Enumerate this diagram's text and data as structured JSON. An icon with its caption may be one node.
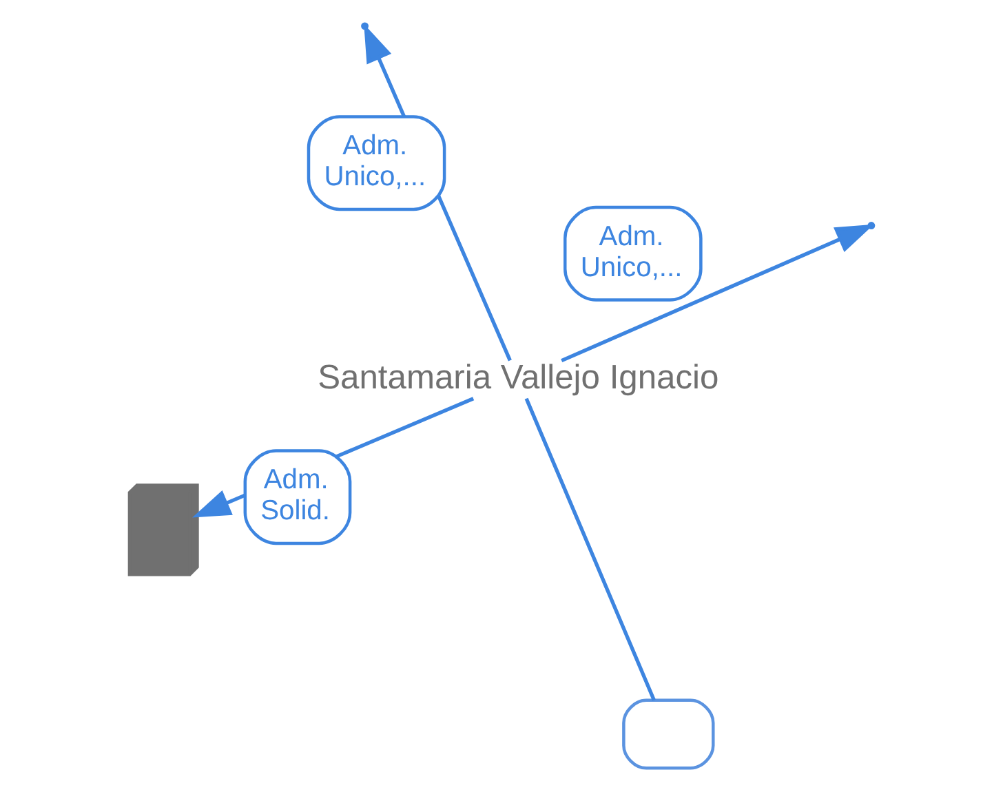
{
  "diagram": {
    "nodes": [
      {
        "text": [],
        "shape": "building"
      },
      {
        "text": [
          "Santamaria Vallejo Ignacio"
        ]
      },
      {
        "text": [],
        "shape": "box"
      }
    ],
    "edges": [
      {
        "from": 1,
        "to": 0,
        "arrow": "to",
        "label": "Adm. Solid."
      },
      {
        "from": 1,
        "to": 2,
        "arrow": "none"
      },
      {
        "from": 1,
        "to": null,
        "arrow": "to",
        "label": "Adm. Unico,..."
      },
      {
        "from": 1,
        "to": null,
        "arrow": "to",
        "label": "Adm. Unico,..."
      }
    ]
  }
}
